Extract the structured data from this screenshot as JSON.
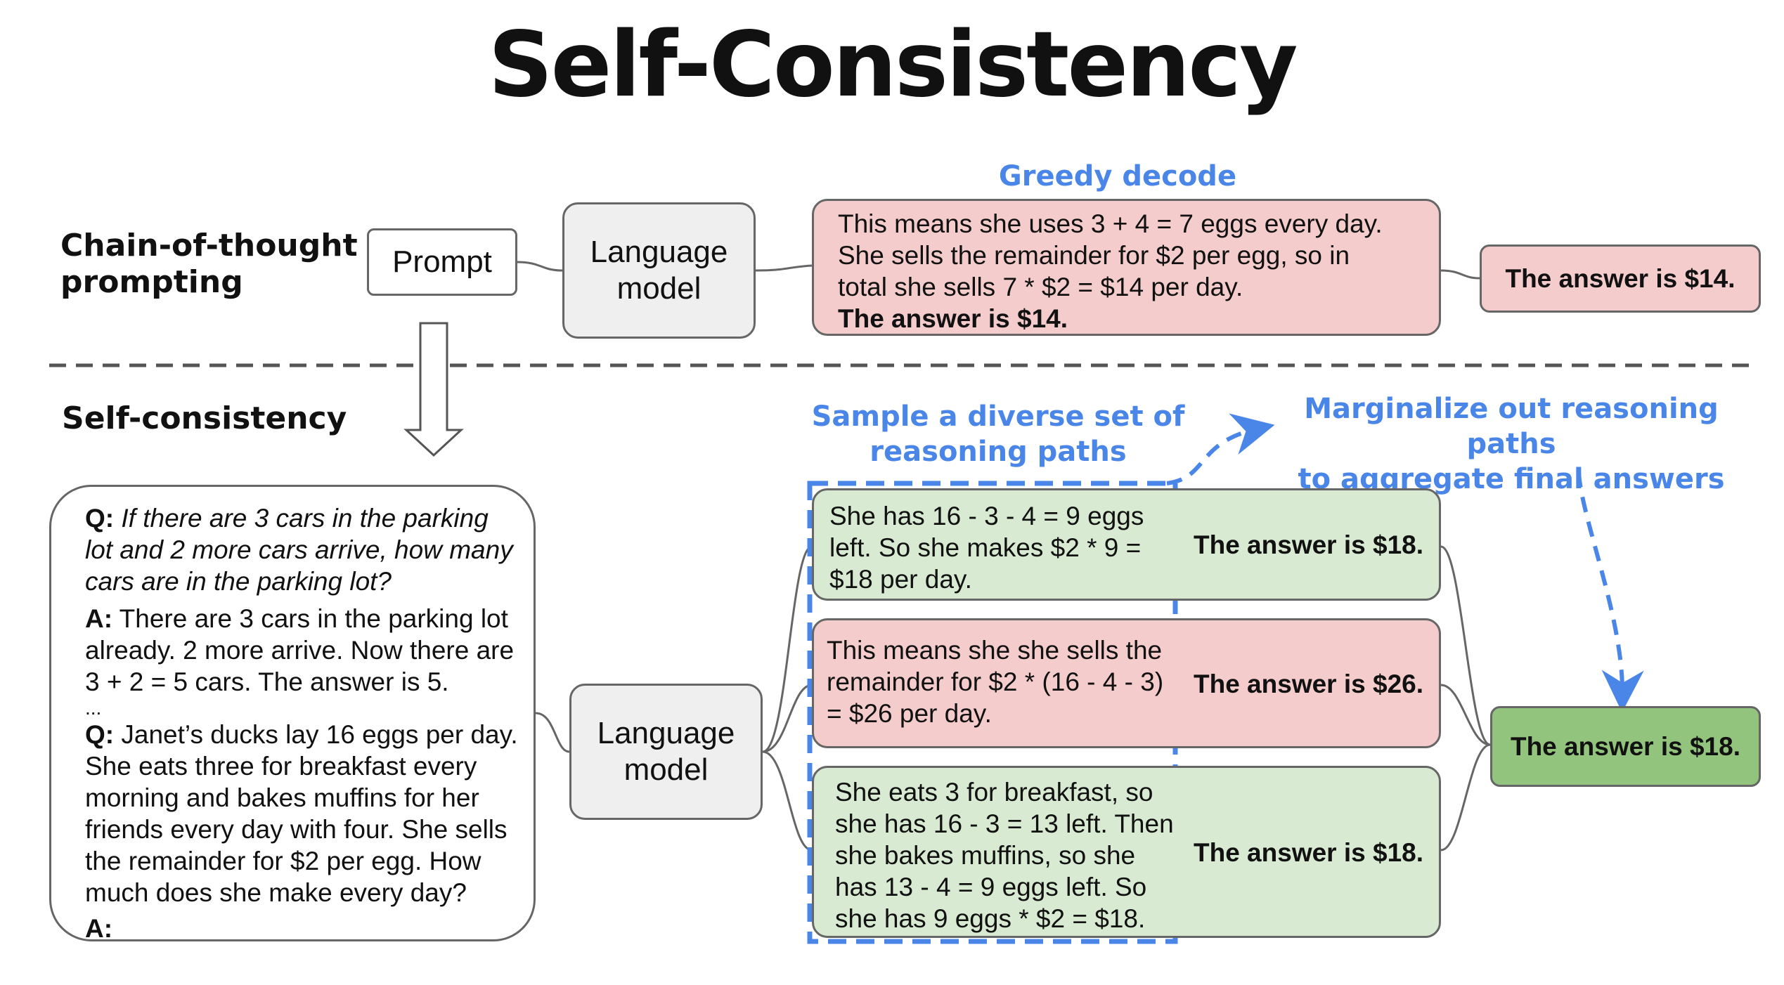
{
  "title": "Self-Consistency",
  "cot": {
    "label_line1": "Chain-of-thought",
    "label_line2": "prompting",
    "prompt": "Prompt",
    "lm_line1": "Language",
    "lm_line2": "model",
    "greedy_label": "Greedy decode",
    "greedy_lines": [
      "This means she uses 3 + 4 = 7 eggs every day.",
      "She sells the remainder for $2 per egg, so in",
      "total she sells 7 * $2 = $14 per day."
    ],
    "greedy_answer_line": "The answer is $14.",
    "final_answer": "The answer is $14."
  },
  "sc": {
    "label": "Self-consistency",
    "sample_label_line1": "Sample a diverse set of",
    "sample_label_line2": "reasoning paths",
    "marginalize_line1": "Marginalize out reasoning paths",
    "marginalize_line2": "to aggregate final answers",
    "lm_line1": "Language",
    "lm_line2": "model",
    "prompt_text": {
      "q1_prefix": "Q:",
      "q1_lines": [
        "If there are 3 cars in the parking",
        "lot and 2 more cars arrive, how many",
        "cars are in the parking lot?"
      ],
      "a1_prefix": "A:",
      "a1_lines": [
        "There are 3 cars in the parking lot",
        "already. 2 more arrive. Now there are",
        "3 + 2 = 5 cars. The answer is 5."
      ],
      "ellipsis": "...",
      "q2_prefix": "Q:",
      "q2_lines": [
        "Janet’s ducks lay 16 eggs per day.",
        "She eats three for breakfast every",
        "morning and bakes muffins for her",
        "friends every day with four. She sells",
        "the remainder for $2 per egg. How",
        "much does she make every day?"
      ],
      "a2_prefix": "A:"
    },
    "paths": [
      {
        "lines": [
          "She has 16 - 3 - 4 = 9 eggs",
          "left. So she makes $2 * 9 =",
          "$18 per day."
        ],
        "answer": "The answer is $18."
      },
      {
        "lines": [
          "This means she she sells the",
          "remainder for $2 * (16 - 4 - 3)",
          "= $26 per day."
        ],
        "answer": "The answer is $26."
      },
      {
        "lines": [
          "She eats 3 for breakfast, so",
          "she has 16 - 3 = 13 left. Then",
          "she bakes muffins, so she",
          "has 13 - 4 = 9 eggs left. So",
          "she has 9 eggs * $2 = $18."
        ],
        "answer": "The answer is $18."
      }
    ],
    "final_answer": "The answer is $18."
  },
  "colors": {
    "accent_blue": "#4a86e8",
    "pink": "#f4cccc",
    "light_green": "#d9ead3",
    "dark_green": "#93c47d",
    "grey": "#efefef"
  }
}
